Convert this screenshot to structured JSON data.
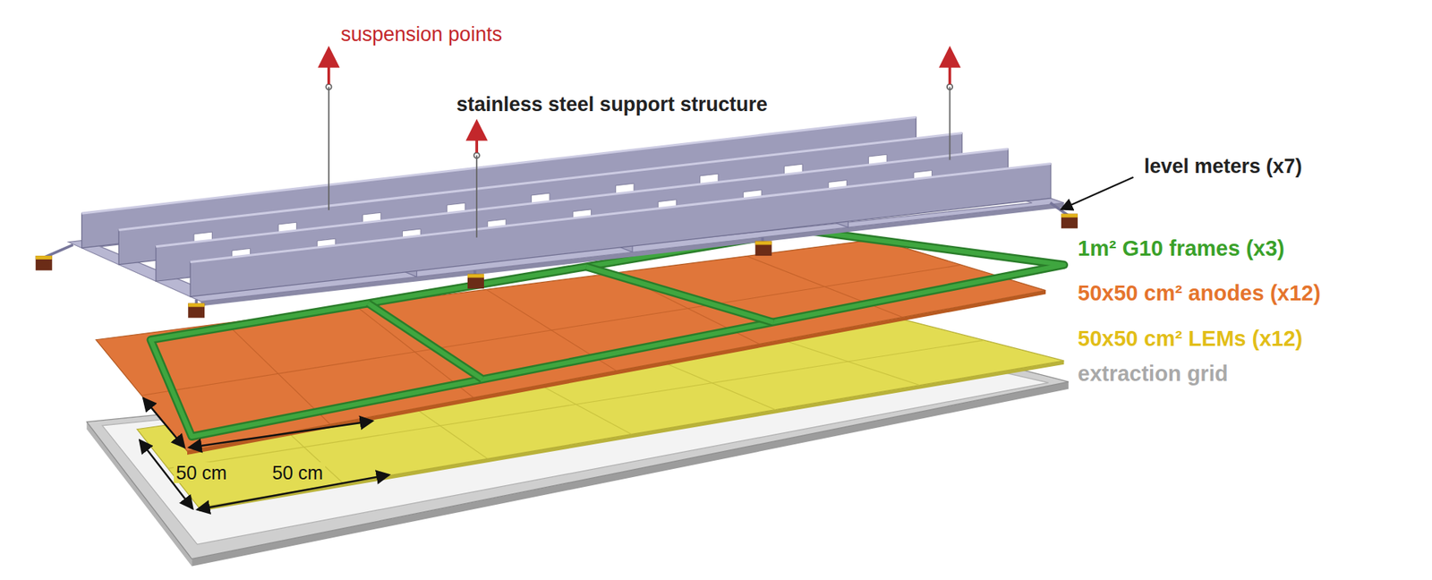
{
  "diagram": {
    "labels": [
      "suspension points",
      "stainless steel support structure",
      "level meters (x7)",
      "1m² G10 frames (x3)",
      "50x50 cm² anodes (x12)",
      "50x50 cm² LEMs (x12)",
      "extraction grid",
      "50 cm",
      "50 cm"
    ]
  }
}
